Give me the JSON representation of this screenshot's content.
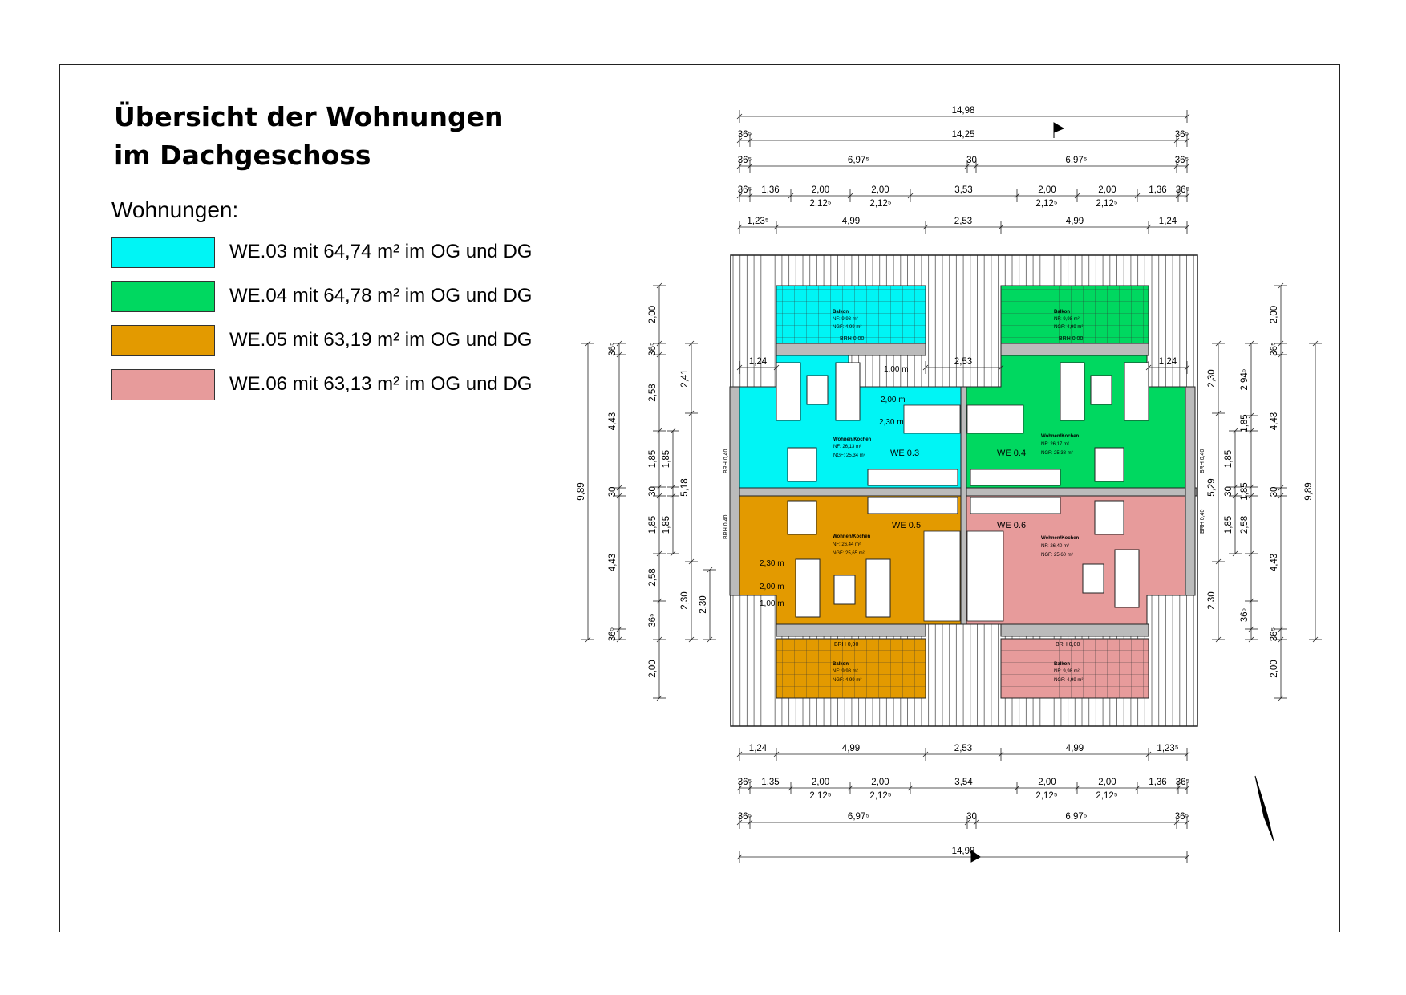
{
  "title": {
    "line1": "Übersicht der Wohnungen",
    "line2": "im Dachgeschoss"
  },
  "legend": {
    "heading": "Wohnungen:",
    "items": [
      {
        "label": "WE.03 mit 64,74 m² im OG und DG",
        "color": "#00f5f5"
      },
      {
        "label": "WE.04 mit 64,78 m² im OG und DG",
        "color": "#00d860"
      },
      {
        "label": "WE.05 mit 63,19 m² im OG und DG",
        "color": "#e39a00"
      },
      {
        "label": "WE.06 mit 63,13 m² im OG und DG",
        "color": "#e79b9b"
      }
    ]
  },
  "plan": {
    "units": [
      {
        "name": "WE 0.3",
        "room": "Wohnen/Kochen",
        "nf": "NF:   26,13 m²",
        "ngf": "NGF: 25,34 m²"
      },
      {
        "name": "WE 0.4",
        "room": "Wohnen/Kochen",
        "nf": "NF:   26,17 m²",
        "ngf": "NGF: 25,38 m²"
      },
      {
        "name": "WE 0.5",
        "room": "Wohnen/Kochen",
        "nf": "NF:   26,44 m²",
        "ngf": "NGF: 25,65 m²"
      },
      {
        "name": "WE 0.6",
        "room": "Wohnen/Kochen",
        "nf": "NF:   26,40 m²",
        "ngf": "NGF: 25,60 m²"
      }
    ],
    "balconies": [
      {
        "name": "Balkon",
        "nf": "NF:   9,98 m²",
        "ngf": "NGF: 4,99 m²",
        "brh": "BRH 0,00"
      },
      {
        "name": "Balkon",
        "nf": "NF:   9,98 m²",
        "ngf": "NGF: 4,99 m²",
        "brh": "BRH 0,00"
      },
      {
        "name": "Balkon",
        "nf": "NF:   9,98 m²",
        "ngf": "NGF: 4,99 m²",
        "brh": "BRH 0,00"
      },
      {
        "name": "Balkon",
        "nf": "NF:   9,98 m²",
        "ngf": "NGF: 4,99 m²",
        "brh": "BRH 0,00"
      }
    ],
    "height_labels": [
      "1,00 m",
      "2,00 m",
      "2,30 m",
      "2,30 m",
      "2,00 m",
      "1,00 m"
    ],
    "brh_side": "BRH 0,40",
    "dims_top": {
      "row1": [
        "14,98"
      ],
      "row2": [
        "36⁵",
        "14,25",
        "36⁵"
      ],
      "row3": [
        "36⁵",
        "6,97⁵",
        "30",
        "6,97⁵",
        "36⁵"
      ],
      "row4": [
        "36⁵",
        "1,36",
        "2,00",
        "2,00",
        "3,53",
        "2,00",
        "2,00",
        "1,36",
        "36⁵"
      ],
      "row4b": [
        "2,12⁵",
        "2,12⁵",
        "2,12⁵",
        "2,12⁵"
      ],
      "row5": [
        "1,23⁵",
        "4,99",
        "2,53",
        "4,99",
        "1,24"
      ]
    },
    "dims_bottom": {
      "row1": [
        "1,24",
        "4,99",
        "2,53",
        "4,99",
        "1,23⁵"
      ],
      "row2": [
        "36⁵",
        "1,35",
        "2,00",
        "2,00",
        "3,54",
        "2,00",
        "2,00",
        "1,36",
        "36⁵"
      ],
      "row2b": [
        "2,12⁵",
        "2,12⁵",
        "2,12⁵",
        "2,12⁵"
      ],
      "row3": [
        "36⁵",
        "6,97⁵",
        "30",
        "6,97⁵",
        "36⁵"
      ],
      "row4": [
        "14,98"
      ]
    },
    "dims_inner": [
      "1,24",
      "2,53",
      "1,24"
    ],
    "dims_left": {
      "c1": [
        "9,89"
      ],
      "c2": [
        "36⁵",
        "4,43",
        "30",
        "4,43",
        "36⁵"
      ],
      "c3": [
        "2,00",
        "36⁵",
        "2,58",
        "1,85",
        "30",
        "1,85",
        "2,58",
        "36⁵",
        "2,00"
      ],
      "c4": [
        "1,85",
        "1,85"
      ],
      "c5": [
        "2,41",
        "5,18",
        "2,30"
      ],
      "c6": [
        "2,30"
      ]
    },
    "dims_right": {
      "c1": [
        "2,30",
        "5,29",
        "2,30"
      ],
      "c2": [
        "1,85",
        "30",
        "1,85"
      ],
      "c3": [
        "2,94⁵",
        "1,85",
        "1,85",
        "2,58",
        "36⁵"
      ],
      "c4": [
        "2,00",
        "36⁵",
        "4,43",
        "30",
        "4,43",
        "36⁵",
        "2,00"
      ],
      "c5": [
        "9,89"
      ]
    }
  }
}
